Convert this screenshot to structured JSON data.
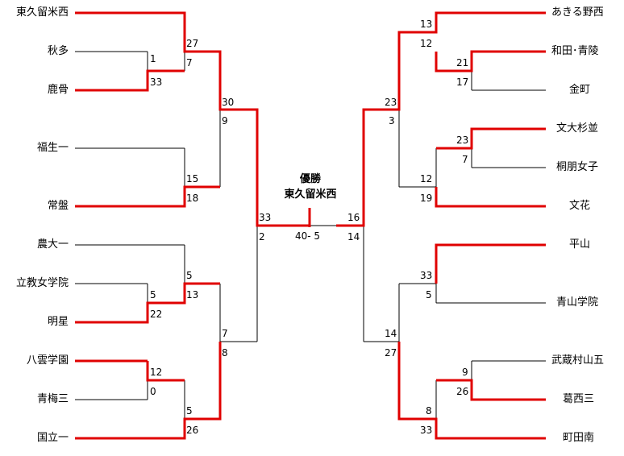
{
  "champion": {
    "label": "優勝",
    "team": "東久留米西"
  },
  "final_score": "40- 5",
  "left_teams": [
    "東久留米西",
    "秋多",
    "鹿骨",
    "福生一",
    "常盤",
    "農大一",
    "立教女学院",
    "明星",
    "八雲学園",
    "青梅三",
    "国立一"
  ],
  "right_teams": [
    "あきる野西",
    "和田･青陵",
    "金町",
    "文大杉並",
    "桐朋女子",
    "文花",
    "平山",
    "青山学院",
    "武蔵村山五",
    "葛西三",
    "町田南"
  ],
  "left_scores": {
    "r1_akita": "1",
    "r1_rokkotsu": "33",
    "r1_rikkyo": "5",
    "r1_meisei": "22",
    "r1_yakumo": "12",
    "r1_ome": "0",
    "r2_higashi": "27",
    "r2_akita_rokkotsu": "7",
    "r2_fussa": "15",
    "r2_tokiwa": "18",
    "r2_noudai": "5",
    "r2_rikkyo_meisei": "13",
    "r2_yakumo_ome": "5",
    "r2_kunitachi": "26",
    "r3_top": "30",
    "r3_top_b": "9",
    "r3_bot_a": "7",
    "r3_bot_b": "8",
    "sf_top": "33",
    "sf_bot": "2"
  },
  "right_scores": {
    "r1_wada": "21",
    "r1_kanamachi": "17",
    "r1_bundai": "23",
    "r1_toho": "7",
    "r1_musashi": "9",
    "r1_kasai": "26",
    "r2_akiru": "13",
    "r2_wada_kanamachi": "12",
    "r2_bundai_toho": "12",
    "r2_bunka": "19",
    "r2_hirayama": "33",
    "r2_aoyama": "5",
    "r2_musashi_kasai": "8",
    "r2_machida": "33",
    "r3_top_a": "23",
    "r3_top_b": "3",
    "r3_bot_a": "14",
    "r3_bot_b": "27",
    "sf_top": "16",
    "sf_bot": "14"
  },
  "colors": {
    "winner_line": "#e00000",
    "line": "#000000"
  }
}
